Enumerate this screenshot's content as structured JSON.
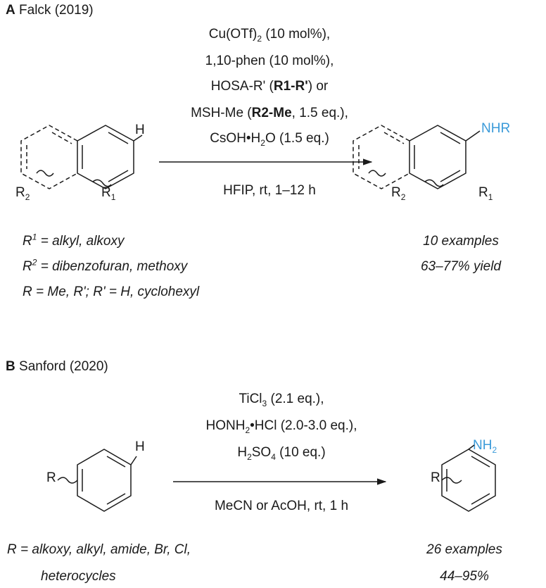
{
  "colors": {
    "product_group": "#3a9ad9",
    "ink": "#1a1a1a"
  },
  "a": {
    "letter": "A",
    "title": "Falck (2019)",
    "cond1": "Cu(OTf)",
    "cond1_sub": "2",
    "cond1_tail": " (10 mol%),",
    "cond2": "1,10-phen (10 mol%),",
    "cond3_a": "HOSA-R' (",
    "cond3_b": "R1-R'",
    "cond3_c": ") or",
    "cond4_a": "MSH-Me (",
    "cond4_b": "R2-Me",
    "cond4_c": ", 1.5 eq.),",
    "cond5_a": "CsOH•H",
    "cond5_sub": "2",
    "cond5_b": "O (1.5 eq.)",
    "below": "HFIP, rt, 1–12 h",
    "sm_h": "H",
    "sm_r2": "R",
    "sm_r2_sub": "2",
    "sm_r1": "R",
    "sm_r1_sub": "1",
    "prod_group": "NHR",
    "prod_r2": "R",
    "prod_r2_sub": "2",
    "prod_r1": "R",
    "prod_r1_sub": "1",
    "sub1_a": "R",
    "sub1_sup": "1",
    "sub1_b": " = alkyl, alkoxy",
    "sub2_a": "R",
    "sub2_sup": "2",
    "sub2_b": " = dibenzofuran, methoxy",
    "sub3": "R = Me, R'; R' = H, cyclohexyl",
    "examples": "10 examples",
    "yield": "63–77% yield"
  },
  "b": {
    "letter": "B",
    "title": "Sanford (2020)",
    "cond1": "TiCl",
    "cond1_sub": "3",
    "cond1_tail": " (2.1 eq.),",
    "cond2_a": "HONH",
    "cond2_sub": "2",
    "cond2_b": "•HCl (2.0-3.0 eq.),",
    "cond3_a": "H",
    "cond3_sub1": "2",
    "cond3_b": "SO",
    "cond3_sub2": "4",
    "cond3_c": " (10 eq.)",
    "below": "MeCN or AcOH, rt, 1 h",
    "sm_h": "H",
    "sm_r": "R",
    "prod_group": "NH",
    "prod_group_sub": "2",
    "prod_r": "R",
    "sub1": "R = alkoxy, alkyl, amide, Br, Cl,",
    "sub2": "heterocycles",
    "examples": "26 examples",
    "yield": "44–95%"
  }
}
